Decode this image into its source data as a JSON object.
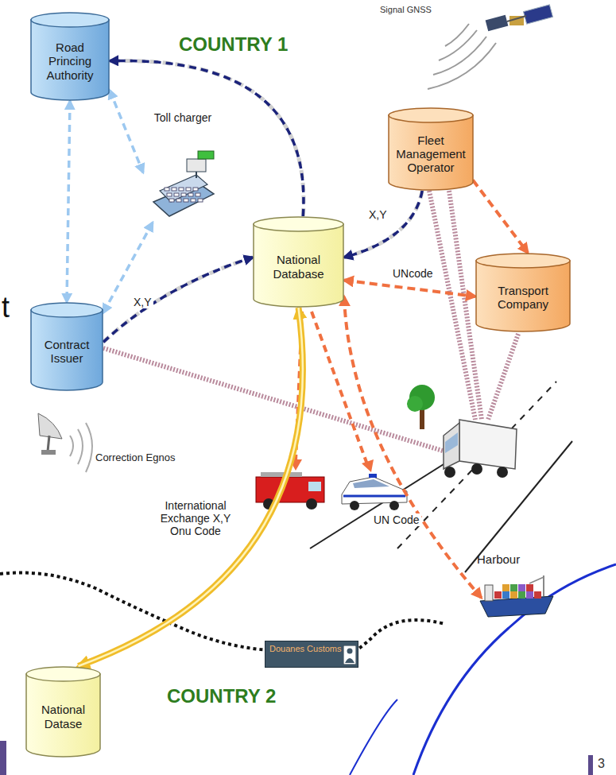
{
  "diagram": {
    "nodes": [
      {
        "text": [
          "Road Princing Authority"
        ]
      },
      {
        "text": [
          "Toll charger"
        ]
      },
      {
        "text": [
          "Fleet Management Operator"
        ]
      },
      {
        "text": [
          "National Database"
        ]
      },
      {
        "text": [
          "Transport Company"
        ]
      },
      {
        "text": [
          "Contract Issuer"
        ]
      },
      {
        "text": [
          "Harbour"
        ]
      },
      {
        "text": [
          "Douanes Customs"
        ]
      },
      {
        "text": [
          "National Datase"
        ]
      }
    ],
    "edges": [
      {
        "from": 3,
        "to": 0,
        "arrow": "to"
      },
      {
        "from": 0,
        "to": 1,
        "arrow": "both"
      },
      {
        "from": 0,
        "to": 5,
        "arrow": "both"
      },
      {
        "from": 1,
        "to": 5,
        "arrow": "both"
      },
      {
        "from": 5,
        "to": 3,
        "label": "X,Y",
        "arrow": "to"
      },
      {
        "from": 2,
        "to": 3,
        "label": "X,Y",
        "arrow": "to"
      },
      {
        "from": 3,
        "to": 4,
        "label": "UNcode",
        "arrow": "both"
      },
      {
        "from": 2,
        "to": 4,
        "arrow": "to"
      },
      {
        "from": 3,
        "to": 6,
        "label": "UN Code",
        "arrow": "both"
      },
      {
        "from": 3,
        "to": 8,
        "label": "International Exchange X,Y Onu Code",
        "arrow": "both"
      }
    ],
    "labels": [
      "COUNTRY 1",
      "Signal GNSS",
      "t",
      "Correction Egnos",
      "COUNTRY 2",
      "3"
    ]
  }
}
